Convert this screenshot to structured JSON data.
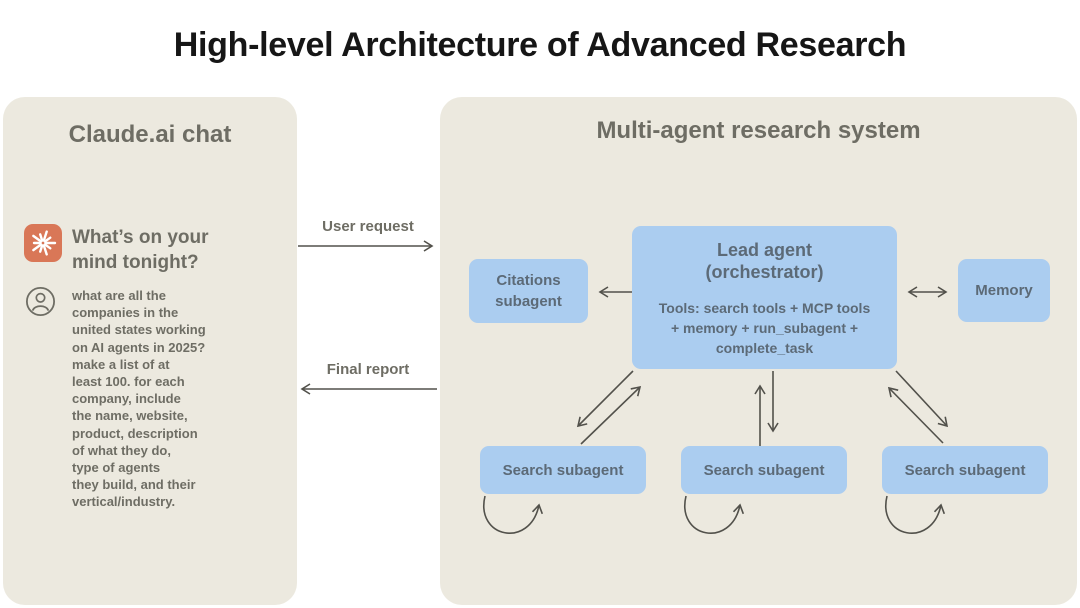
{
  "title": "High-level Architecture of Advanced Research",
  "colors": {
    "background": "#FFFFFF",
    "panel_bg": "#ECE9DF",
    "box_blue": "#ABCDF0",
    "box_text": "#5C6A77",
    "muted_text": "#6E6D64",
    "claude_orange": "#D97757",
    "arrow": "#52514B",
    "title_text": "#161616"
  },
  "left_panel": {
    "title": "Claude.ai chat",
    "assistant_prompt": "What’s on your\nmind tonight?",
    "user_message": "what are all the\ncompanies in the\nunited states working\non AI agents in 2025?\nmake a list of at\nleast 100. for each\ncompany, include\nthe name, website,\nproduct, description\nof what they do,\ntype of agents\nthey build, and their\nvertical/industry.",
    "icons": {
      "claude": "claude-spark-icon",
      "user": "user-avatar-icon"
    }
  },
  "flow": {
    "user_request_label": "User request",
    "final_report_label": "Final report"
  },
  "right_panel": {
    "title": "Multi-agent research system",
    "lead_agent": {
      "title": "Lead agent\n(orchestrator)",
      "tools": "Tools: search tools + MCP tools\n+ memory + run_subagent +\ncomplete_task"
    },
    "citations_subagent": {
      "label": "Citations\nsubagent"
    },
    "memory": {
      "label": "Memory"
    },
    "search_subagents": [
      {
        "label": "Search subagent"
      },
      {
        "label": "Search subagent"
      },
      {
        "label": "Search subagent"
      }
    ]
  }
}
